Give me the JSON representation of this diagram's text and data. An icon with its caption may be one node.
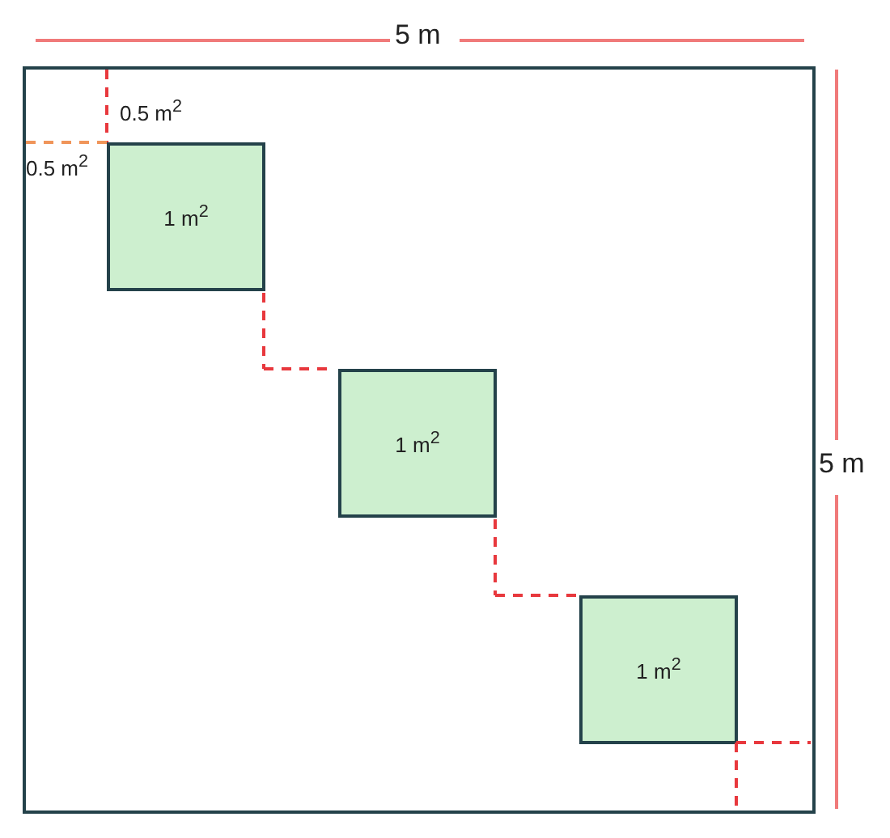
{
  "diagram": {
    "nodes": [
      {
        "text": [],
        "shape": "box"
      },
      {
        "text": [
          "1 m$^{2}$"
        ],
        "in": 0
      },
      {
        "text": [
          "1 m$^{2}$"
        ],
        "in": 0
      },
      {
        "text": [
          "1 m$^{2}$"
        ],
        "in": 0
      }
    ],
    "edges": [],
    "labels": [
      "5 m",
      "0.5 m$^{2}$",
      "0.5 m$^{2}$",
      "5 m"
    ]
  }
}
